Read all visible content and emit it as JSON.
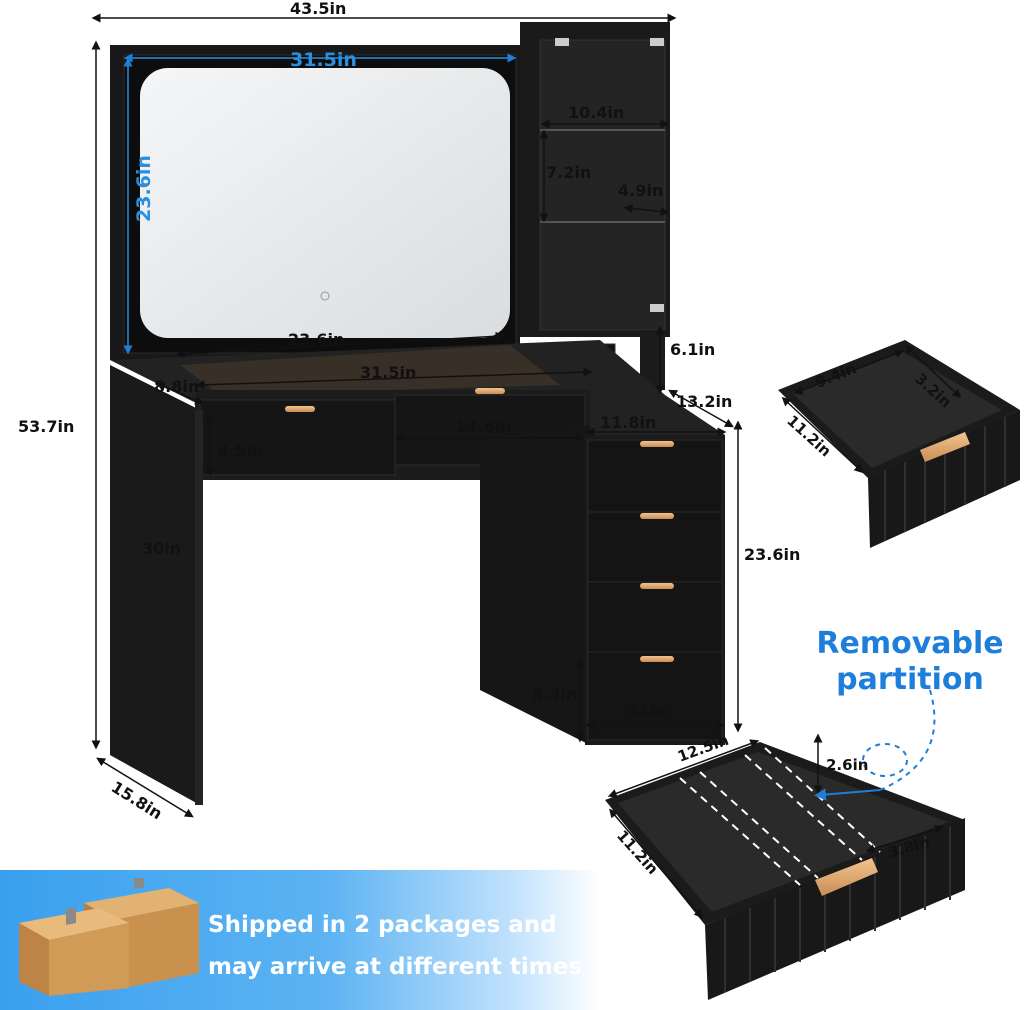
{
  "dimensions": {
    "overall_width": "43.5in",
    "mirror_width": "31.5in",
    "mirror_height": "23.6in",
    "cabinet_shelf_width": "10.4in",
    "cabinet_shelf_height": "7.2in",
    "cabinet_shelf_depth": "4.9in",
    "glass_top_width": "23.6in",
    "desk_top_width": "31.5in",
    "desk_top_depth": "8.8in",
    "socket_height": "6.1in",
    "side_cabinet_depth": "13.2in",
    "side_cabinet_width": "11.8in",
    "overall_height": "53.7in",
    "top_drawer_height": "4.5in",
    "top_drawer_width": "14.6in",
    "desk_height": "30in",
    "side_cabinet_height": "23.6in",
    "bottom_drawer_height": "5.4in",
    "bottom_drawer_width": "11in",
    "desk_depth": "15.8in",
    "small_drawer_width": "9.4in",
    "small_drawer_height": "3.2in",
    "small_drawer_depth": "11.2in",
    "large_drawer_width": "12.5in",
    "large_drawer_height": "2.6in",
    "large_drawer_depth": "11.2in",
    "large_drawer_compartment": "3.8in"
  },
  "callout": {
    "line1": "Removable",
    "line2": "partition"
  },
  "banner": {
    "line1": "Shipped in 2 packages and",
    "line2": "may arrive at different times"
  },
  "colors": {
    "wood": "#1b1b1b",
    "accent_blue": "#1e7fdb",
    "handle_gold": "#d9a56b",
    "mirror_glow": "#e9ecef"
  }
}
